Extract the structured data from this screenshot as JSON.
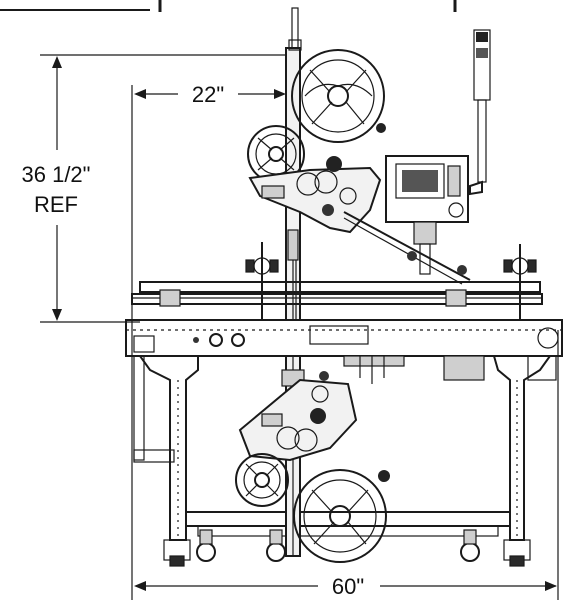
{
  "dimensions": {
    "height_value": "36 1/2\"",
    "height_ref": "REF",
    "offset_width": "22\"",
    "overall_width": "60\""
  },
  "colors": {
    "line": "#1a1a1a",
    "fill_gray": "#cfcfcf",
    "fill_dark": "#2a2a2a"
  }
}
